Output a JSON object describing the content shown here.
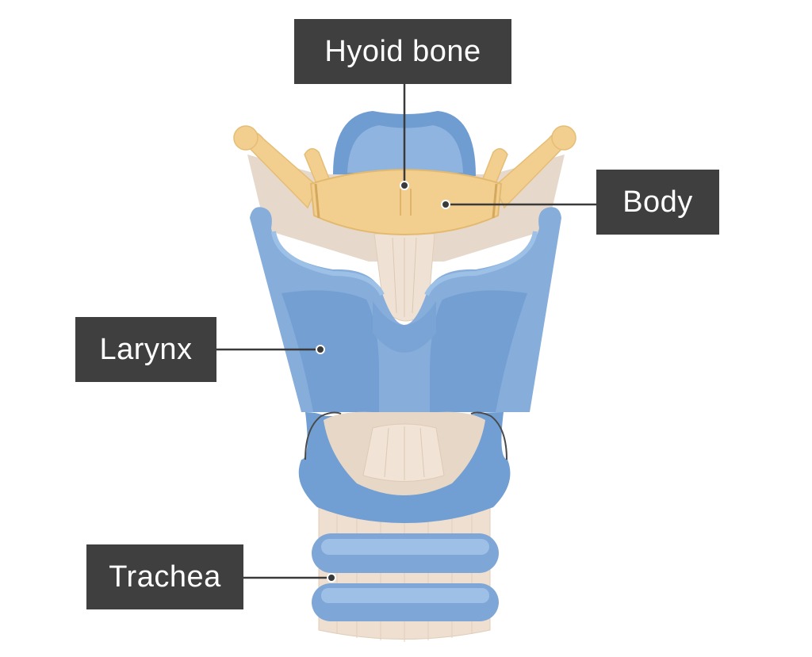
{
  "labels": {
    "hyoid_bone": "Hyoid bone",
    "body": "Body",
    "larynx": "Larynx",
    "trachea": "Trachea"
  },
  "colors": {
    "label_background": "#3f3f3f",
    "label_text": "#ffffff",
    "leader_line": "#3a3a3a",
    "cartilage_blue": "#87aedb",
    "cartilage_blue_dark": "#6d9bd2",
    "hyoid_bone": "#f2cf8f",
    "membrane": "#e7d8c8",
    "trachea_tissue": "#efdfd0"
  }
}
